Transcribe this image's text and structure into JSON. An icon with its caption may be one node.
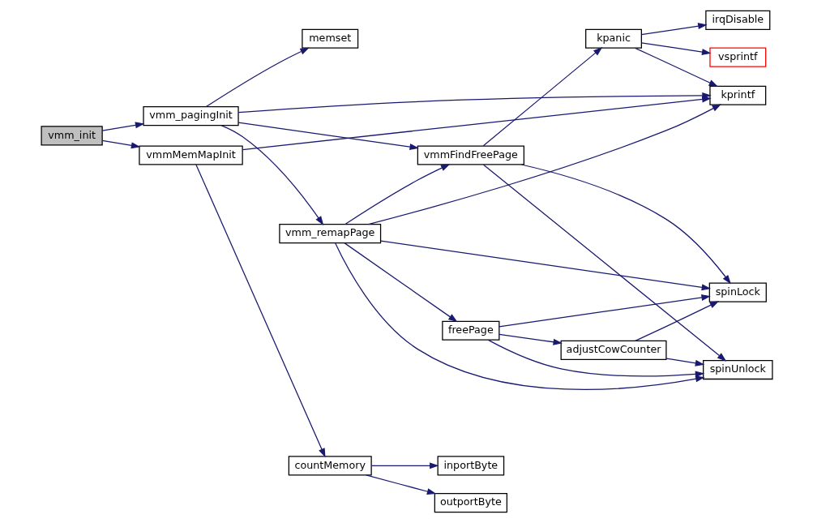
{
  "diagram": {
    "nodes": [
      {
        "text": [
          "vmm_init"
        ]
      },
      {
        "text": [
          "vmm_pagingInit"
        ]
      },
      {
        "text": [
          "vmmMemMapInit"
        ]
      },
      {
        "text": [
          "vmm_remapPage"
        ]
      },
      {
        "text": [
          "memset"
        ]
      },
      {
        "text": [
          "vmmFindFreePage"
        ]
      },
      {
        "text": [
          "kprintf"
        ]
      },
      {
        "text": [
          "countMemory"
        ]
      },
      {
        "text": [
          "freePage"
        ]
      },
      {
        "text": [
          "spinUnlock"
        ]
      },
      {
        "text": [
          "spinLock"
        ]
      },
      {
        "text": [
          "kpanic"
        ]
      },
      {
        "text": [
          "adjustCowCounter"
        ]
      },
      {
        "text": [
          "vsprintf"
        ]
      },
      {
        "text": [
          "irqDisable"
        ]
      },
      {
        "text": [
          "outportByte"
        ]
      },
      {
        "text": [
          "inportByte"
        ]
      }
    ],
    "edges": [
      {
        "from": 0,
        "to": 1,
        "arrow": "to"
      },
      {
        "from": 0,
        "to": 2,
        "arrow": "to"
      },
      {
        "from": 1,
        "to": 3,
        "arrow": "to"
      },
      {
        "from": 1,
        "to": 4,
        "arrow": "to"
      },
      {
        "from": 1,
        "to": 5,
        "arrow": "to"
      },
      {
        "from": 1,
        "to": 6,
        "arrow": "to"
      },
      {
        "from": 2,
        "to": 6,
        "arrow": "to"
      },
      {
        "from": 2,
        "to": 7,
        "arrow": "to"
      },
      {
        "from": 3,
        "to": 8,
        "arrow": "to"
      },
      {
        "from": 3,
        "to": 9,
        "arrow": "to"
      },
      {
        "from": 3,
        "to": 10,
        "arrow": "to"
      },
      {
        "from": 3,
        "to": 5,
        "arrow": "to"
      },
      {
        "from": 3,
        "to": 6,
        "arrow": "to"
      },
      {
        "from": 8,
        "to": 12,
        "arrow": "to"
      },
      {
        "from": 8,
        "to": 9,
        "arrow": "to"
      },
      {
        "from": 8,
        "to": 10,
        "arrow": "to"
      },
      {
        "from": 12,
        "to": 9,
        "arrow": "to"
      },
      {
        "from": 12,
        "to": 10,
        "arrow": "to"
      },
      {
        "from": 5,
        "to": 9,
        "arrow": "to"
      },
      {
        "from": 5,
        "to": 10,
        "arrow": "to"
      },
      {
        "from": 5,
        "to": 11,
        "arrow": "to"
      },
      {
        "from": 11,
        "to": 13,
        "arrow": "to"
      },
      {
        "from": 11,
        "to": 14,
        "arrow": "to"
      },
      {
        "from": 11,
        "to": 6,
        "arrow": "to"
      },
      {
        "from": 7,
        "to": 15,
        "arrow": "to"
      },
      {
        "from": 7,
        "to": 16,
        "arrow": "to"
      }
    ]
  }
}
